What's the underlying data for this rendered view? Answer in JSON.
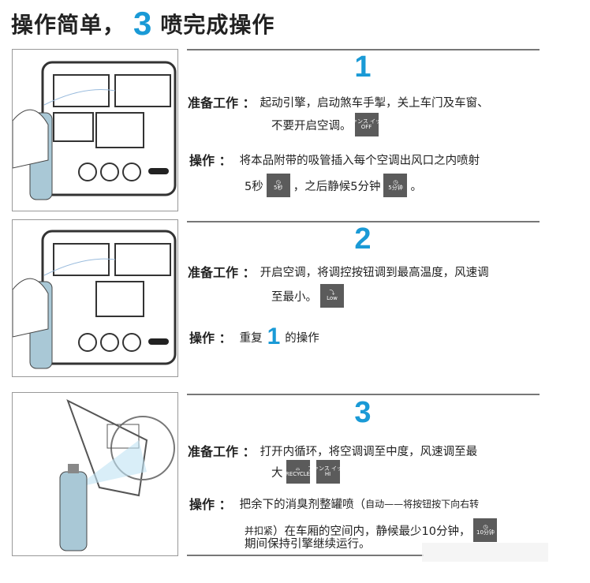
{
  "title": {
    "before": "操作简单，",
    "number": "3",
    "after": "喷完成操作"
  },
  "steps": [
    {
      "number": "1",
      "prep_label": "准备工作 ：",
      "prep_text_1": "起动引擎，启动煞车手掣，关上车门及车窗、",
      "prep_text_2": "不要开启空调。",
      "prep_icon": {
        "top": "ファンス イッチ",
        "bottom": "OFF"
      },
      "op_label": "操作 ：",
      "op_text_1": "将本品附带的吸管插入每个空调出风口之内喷射",
      "op_text_2a": "5秒",
      "op_icon1": "5秒",
      "op_text_2b": "，之后静候5分钟",
      "op_icon2": "5分钟",
      "op_text_2c": "。"
    },
    {
      "number": "2",
      "prep_label": "准备工作 ：",
      "prep_text_1": "开启空调，将调控按钮调到最高温度，风速调",
      "prep_text_2": "至最小。",
      "prep_icon": {
        "bottom": "Low"
      },
      "op_label": "操作 ：",
      "op_text_a": "重复",
      "op_ref": "1",
      "op_text_b": "的操作"
    },
    {
      "number": "3",
      "prep_label": "准备工作 ：",
      "prep_text_1": "打开内循环，将空调调至中度，风速调至最",
      "prep_text_2": "大",
      "prep_icon1": "RECYCLE",
      "prep_icon2": {
        "top": "ファンス イッチ",
        "bottom": "HI"
      },
      "op_label": "操作 ：",
      "op_text_1a": "把余下的消臭剂整罐喷（",
      "op_text_1b": "自动——将按钮按下向右转",
      "op_text_2a": "并扣紧",
      "op_text_2b": "）在车厢的空间内，静候最少10分钟，",
      "op_icon": "10分钟",
      "op_text_3": "期间保持引擎继续运行。"
    }
  ],
  "colors": {
    "accent": "#1a9ad6",
    "icon_bg": "#5b5b5b"
  }
}
